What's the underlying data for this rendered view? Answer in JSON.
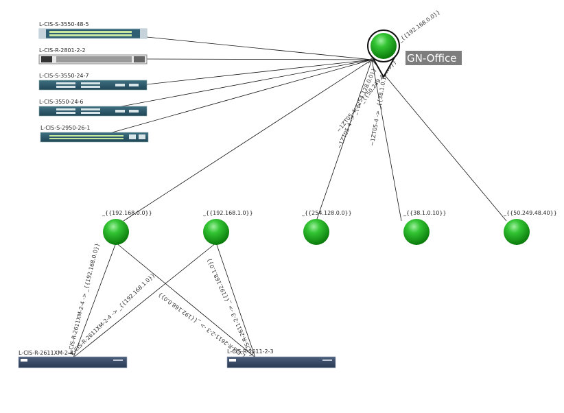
{
  "hub": {
    "label": "GN-Office",
    "color": "#10a010"
  },
  "devices": [
    {
      "id": "d1",
      "label": "L-CIS-S-3550-48-5",
      "kind": "switch48"
    },
    {
      "id": "d2",
      "label": "L-CIS-R-2801-2-2",
      "kind": "router2801"
    },
    {
      "id": "d3",
      "label": "L-CIS-S-3550-24-7",
      "kind": "switch24"
    },
    {
      "id": "d4",
      "label": "L-CIS-3550-24-6",
      "kind": "switch24b"
    },
    {
      "id": "d5",
      "label": "L-CIS-S-2950-26-1",
      "kind": "switch2950"
    },
    {
      "id": "r1",
      "label": "L-CIS-R-2611XM-2-4",
      "kind": "router2611"
    },
    {
      "id": "r2",
      "label": "L-CIS-R-2611-2-3",
      "kind": "router2611"
    }
  ],
  "nodes": [
    {
      "id": "n1",
      "label": "_{{192.168.0.0}}"
    },
    {
      "id": "n2",
      "label": "_{{192.168.1.0}}"
    },
    {
      "id": "n3",
      "label": "_{{254.128.0.0}}"
    },
    {
      "id": "n4",
      "label": "_{{38.1.0.10}}"
    },
    {
      "id": "n5",
      "label": "_{{50.249.48.40}}"
    }
  ],
  "edges": [
    {
      "from": "hub",
      "to": "d1",
      "label": ""
    },
    {
      "from": "hub",
      "to": "d2",
      "label": ""
    },
    {
      "from": "hub",
      "to": "d3",
      "label": ""
    },
    {
      "from": "hub",
      "to": "d4",
      "label": ""
    },
    {
      "from": "hub",
      "to": "d5",
      "label": ""
    },
    {
      "from": "hub",
      "to": "n1",
      "label": ""
    },
    {
      "from": "hub",
      "to": "n3",
      "label": ""
    },
    {
      "from": "hub",
      "to": "n4",
      "label": ""
    },
    {
      "from": "hub",
      "to": "n5",
      "label": ""
    },
    {
      "from": "n1",
      "to": "r1",
      "label": ""
    },
    {
      "from": "n1",
      "to": "r2",
      "label": ""
    },
    {
      "from": "n2",
      "to": "r1",
      "label": ""
    },
    {
      "from": "n2",
      "to": "r2",
      "label": ""
    }
  ],
  "edge_labels": [
    {
      "id": "el1",
      "text": "~1ZT-05-4 -> _{{192.168.0.0}}"
    },
    {
      "id": "el2",
      "text": "~1ZT05-4 -> _{{254.128.0.0}}"
    },
    {
      "id": "el3",
      "text": "~1ZT05-4 -> _{{38.1.0.10}}"
    },
    {
      "id": "el4",
      "text": "~1ZT05-4 -> _{{50.249.48.40}}"
    },
    {
      "id": "el5",
      "text": "L-CIS-R-2611XM-2-4 -> _{{192.168.0.0}}"
    },
    {
      "id": "el6",
      "text": "L-CIS-R-2611XM-2-4 -> _{{192.168.1.0}}"
    },
    {
      "id": "el7",
      "text": "L-CIS-R-2611-2-3 -> _{{192.168.0.0}}"
    },
    {
      "id": "el8",
      "text": "L-CIS-R-2611-2-3 -> _{{192.168.1.0}}"
    }
  ]
}
